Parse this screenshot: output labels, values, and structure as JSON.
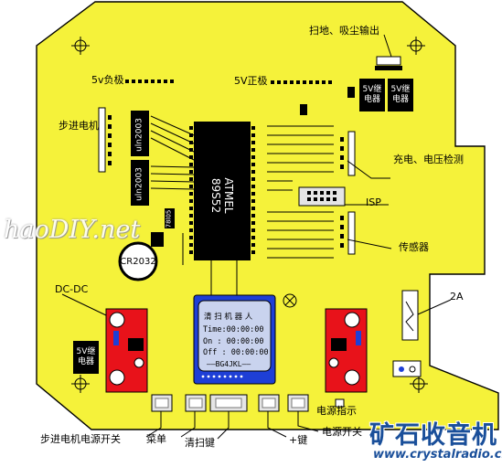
{
  "labels": {
    "sweep_suction_output": "扫地、吸尘输出",
    "neg_5v": "5v负极",
    "pos_5v": "5V正极",
    "stepper_motor": "步进电机",
    "charge_voltage_detect": "充电、电压检测",
    "isp": "ISP",
    "sensor": "传感器",
    "dc_dc": "DC-DC",
    "current_2a": "2A",
    "power_indicator": "电源指示",
    "stepper_power_switch": "步进电机电源开关",
    "menu": "菜单",
    "sweep_key": "清扫键",
    "plus_key": "+键",
    "power_switch": "电源开关"
  },
  "chips": {
    "mcu_brand": "ATMEL",
    "mcu_model": "89S52",
    "driver_1": "uln2003",
    "driver_2": "uln2003",
    "regulator": "78l05",
    "battery": "CR2032"
  },
  "relays": {
    "relay_1": "5V继\n电器",
    "relay_2": "5V继\n电器",
    "relay_3": "5V继\n电器"
  },
  "lcd": {
    "title": "清 扫 机 器 人",
    "line_time": "Time:00:00:00",
    "line_on": "On :  00:00:00",
    "line_off": "Off :  00:00:00",
    "footer": "——BG4JKL——"
  },
  "watermarks": {
    "left": "haoDIY.net",
    "right_cn": "矿石收音机",
    "right_url": "www.crystalradio.cn"
  },
  "colors": {
    "board": "#f5f23a",
    "outline": "#000000",
    "dcdc": "#e8121a",
    "lcd_frame": "#1e3fd6",
    "lcd_screen": "#c9d3ee",
    "watermark_blue": "#1a4f9a"
  }
}
